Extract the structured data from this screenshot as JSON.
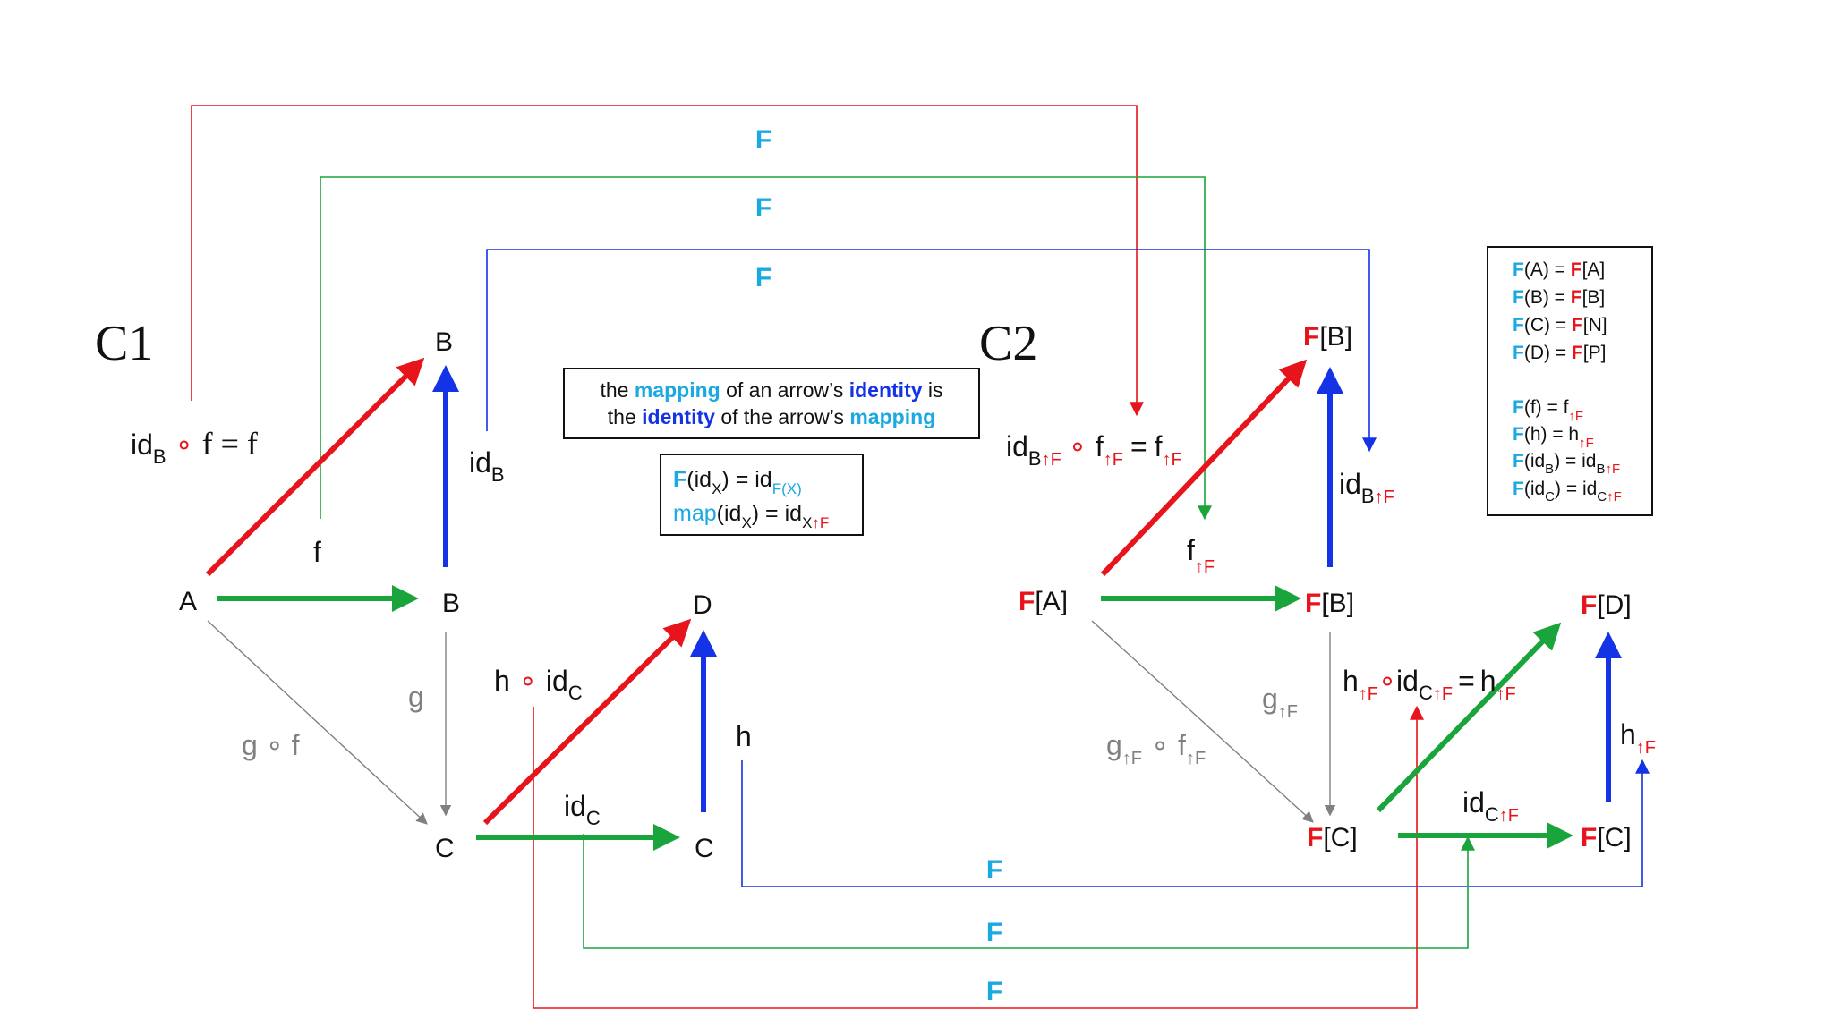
{
  "colors": {
    "red": "#e8141c",
    "green": "#1aa53c",
    "blue": "#1432e6",
    "cyan": "#1aa9e0",
    "gray": "#808080",
    "black": "#111111"
  },
  "functor_label": "F",
  "categories": {
    "c1": "C1",
    "c2": "C2"
  },
  "c1": {
    "node_A": "A",
    "node_B_top": "B",
    "node_B": "B",
    "node_C": "C",
    "node_D": "D",
    "node_C_right": "C",
    "label_f": "f",
    "label_g": "g",
    "label_gof": "g ∘ f",
    "label_h": "h",
    "idB_base": "id",
    "idB_sub": "B",
    "idC_base": "id",
    "idC_sub": "C",
    "eq_idB_base": "id",
    "eq_idB_sub": "B",
    "eq_circ": "∘",
    "eq_rest": "f = f",
    "hidc_h": "h",
    "hidc_circ": "∘",
    "hidc_id": "id",
    "hidc_sub": "C"
  },
  "c2": {
    "F": "F",
    "A": "A",
    "B": "B",
    "C": "C",
    "D": "D",
    "uparrow_F": "↑F",
    "f": "f",
    "g": "g",
    "h": "h",
    "id": "id",
    "circ": "∘",
    "equals": "=",
    "sub_B": "B",
    "sub_C": "C"
  },
  "note_box": {
    "line1": [
      "the ",
      "mapping",
      " of an arrow’s ",
      "identity",
      " is"
    ],
    "line2": [
      "the ",
      "identity",
      " of the arrow’s ",
      "mapping"
    ]
  },
  "formula_box": {
    "l1_F": "F",
    "l1_a": "(id",
    "l1_sub": "X",
    "l1_b": ") = id",
    "l1_sub2": "F(X)",
    "l2_map": "map",
    "l2_a": "(id",
    "l2_sub": "X",
    "l2_b": ") = id",
    "l2_sub2": "X",
    "l2_sub3": "↑F"
  },
  "legend_box": {
    "obj_rows": [
      {
        "arg": "(A) = ",
        "val": "[A]"
      },
      {
        "arg": "(B) = ",
        "val": "[B]"
      },
      {
        "arg": "(C) = ",
        "val": "[N]"
      },
      {
        "arg": "(D) = ",
        "val": "[P]"
      }
    ],
    "arrow_rows": [
      {
        "arg": "(f) = f",
        "sub": "",
        "mark": "↑F"
      },
      {
        "arg": "(h) = h",
        "sub": "",
        "mark": "↑F"
      },
      {
        "arg": "(id",
        "sub_in": "B",
        "mid": ") = id",
        "sub": "B",
        "mark": "↑F"
      },
      {
        "arg": "(id",
        "sub_in": "C",
        "mid": ") = id",
        "sub": "C",
        "mark": "↑F"
      }
    ]
  }
}
